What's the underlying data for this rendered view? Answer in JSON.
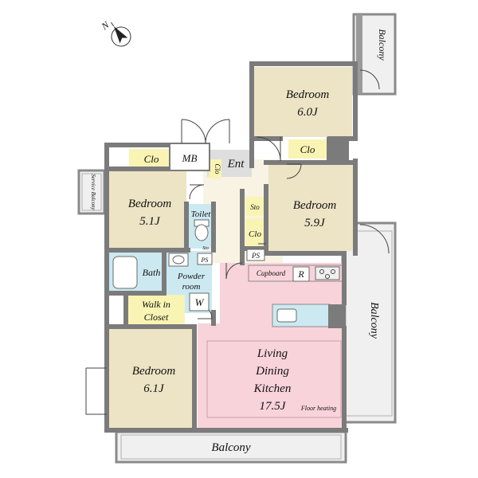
{
  "compass": {
    "north_label": "N"
  },
  "rooms": {
    "bedroom_top": {
      "name": "Bedroom",
      "size": "6.0J"
    },
    "bedroom_left": {
      "name": "Bedroom",
      "size": "5.1J"
    },
    "bedroom_right": {
      "name": "Bedroom",
      "size": "5.9J"
    },
    "bedroom_bottom": {
      "name": "Bedroom",
      "size": "6.1J"
    },
    "ldk": {
      "line1": "Living",
      "line2": "Dining",
      "line3": "Kitchen",
      "size": "17.5J",
      "note": "Floor heating"
    },
    "bath": {
      "name": "Bath"
    },
    "powder": {
      "line1": "Powder",
      "line2": "room"
    },
    "toilet": {
      "name": "Toilet"
    },
    "walkin": {
      "line1": "Walk in",
      "line2": "Closet"
    },
    "entrance": {
      "name": "Ent"
    }
  },
  "labels": {
    "clo_left": "Clo",
    "mb": "MB",
    "clo_ent": "Clo",
    "clo_right": "Clo",
    "sto_right": "Sto",
    "clo_hall": "Clo",
    "ps_hall": "PS",
    "ps_bath": "PS",
    "sto_toilet": "Sto",
    "w": "W",
    "cupboard": "Cupboard",
    "r": "R"
  },
  "balconies": {
    "top_right": "Balcony",
    "right": "Balcony",
    "bottom": "Balcony",
    "service": "Service Balcony"
  },
  "colors": {
    "wall": "#7b7b7b",
    "room": "#ede4c5",
    "hall": "#f8f3e3",
    "ldk": "#f8d3d9",
    "wet": "#cce9f2",
    "closet": "#f9f4b3",
    "balcony": "#f0f0f0"
  }
}
